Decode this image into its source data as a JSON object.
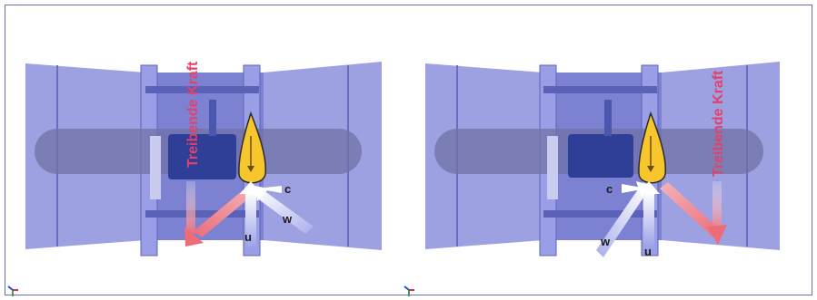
{
  "panels": [
    {
      "side": "left",
      "force_label": "Treibende Kraft",
      "vector_labels": {
        "c": "c",
        "w": "w",
        "u": "u"
      }
    },
    {
      "side": "right",
      "force_label": "Treibende Kraft",
      "vector_labels": {
        "c": "c",
        "w": "w",
        "u": "u"
      }
    }
  ],
  "colors": {
    "housing": "#8d90dc",
    "housing_dark": "#5c61b8",
    "flow_body": "#6f72a6",
    "blade_fill": "#f7c62c",
    "force_arrow": "#ec6d79",
    "velocity_arrow": "#ffffff",
    "force_text": "#e2416b",
    "motor": "#2f3f97"
  },
  "icons": [
    "axis-gizmo-icon",
    "axis-gizmo-icon"
  ]
}
